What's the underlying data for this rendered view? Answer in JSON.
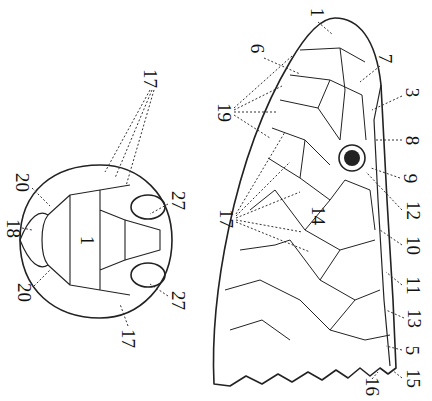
{
  "diagram": {
    "labels": [
      "1",
      "6",
      "7",
      "3",
      "8",
      "9",
      "12",
      "10",
      "11",
      "13",
      "5",
      "15",
      "16",
      "14",
      "19",
      "17",
      "17",
      "20",
      "18",
      "1",
      "27",
      "27",
      "20",
      "17"
    ]
  }
}
